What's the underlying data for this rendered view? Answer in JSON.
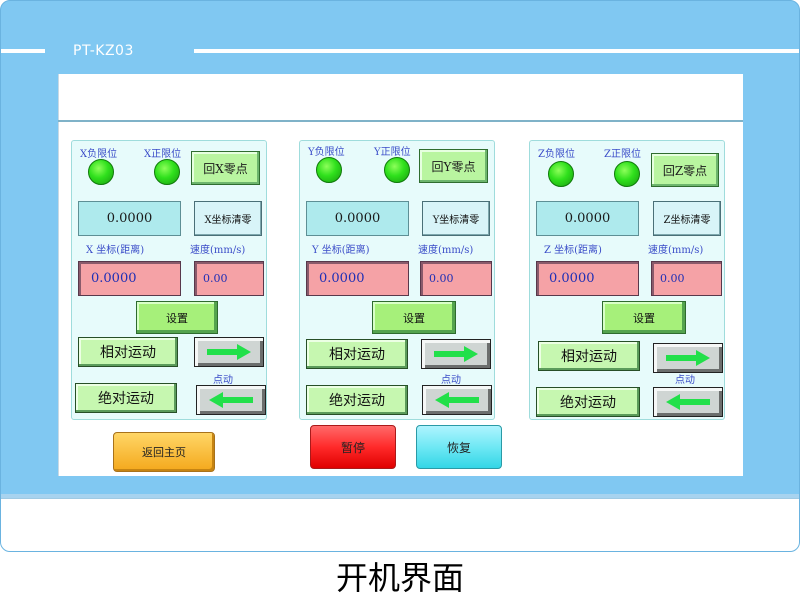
{
  "header": {
    "title": "PT-KZ03"
  },
  "panels": [
    {
      "neg_limit": "X负限位",
      "pos_limit": "X正限位",
      "home_btn": "回X零点",
      "coord_value": "0.0000",
      "clear_btn": "X坐标清零",
      "coord_label": "X 坐标(距离)",
      "speed_label": "速度(mm/s)",
      "distance_value": "0.0000",
      "speed_value": "0.00",
      "set_btn": "设置",
      "relative_btn": "相对运动",
      "absolute_btn": "绝对运动",
      "jog_label": "点动"
    },
    {
      "neg_limit": "Y负限位",
      "pos_limit": "Y正限位",
      "home_btn": "回Y零点",
      "coord_value": "0.0000",
      "clear_btn": "Y坐标清零",
      "coord_label": "Y 坐标(距离)",
      "speed_label": "速度(mm/s)",
      "distance_value": "0.0000",
      "speed_value": "0.00",
      "set_btn": "设置",
      "relative_btn": "相对运动",
      "absolute_btn": "绝对运动",
      "jog_label": "点动"
    },
    {
      "neg_limit": "Z负限位",
      "pos_limit": "Z正限位",
      "home_btn": "回Z零点",
      "coord_value": "0.0000",
      "clear_btn": "Z坐标清零",
      "coord_label": "Z 坐标(距离)",
      "speed_label": "速度(mm/s)",
      "distance_value": "0.0000",
      "speed_value": "0.00",
      "set_btn": "设置",
      "relative_btn": "相对运动",
      "absolute_btn": "绝对运动",
      "jog_label": "点动"
    }
  ],
  "footer": {
    "home_btn": "返回主页",
    "pause_btn": "暂停",
    "resume_btn": "恢复"
  },
  "caption": "开机界面",
  "colors": {
    "frame": "#80c8f2",
    "panel": "#e7fbfb",
    "lamp": "#2fe01c",
    "arrow": "#22e04a"
  },
  "icons": {
    "right": "arrow-right-icon",
    "left": "arrow-left-icon"
  }
}
